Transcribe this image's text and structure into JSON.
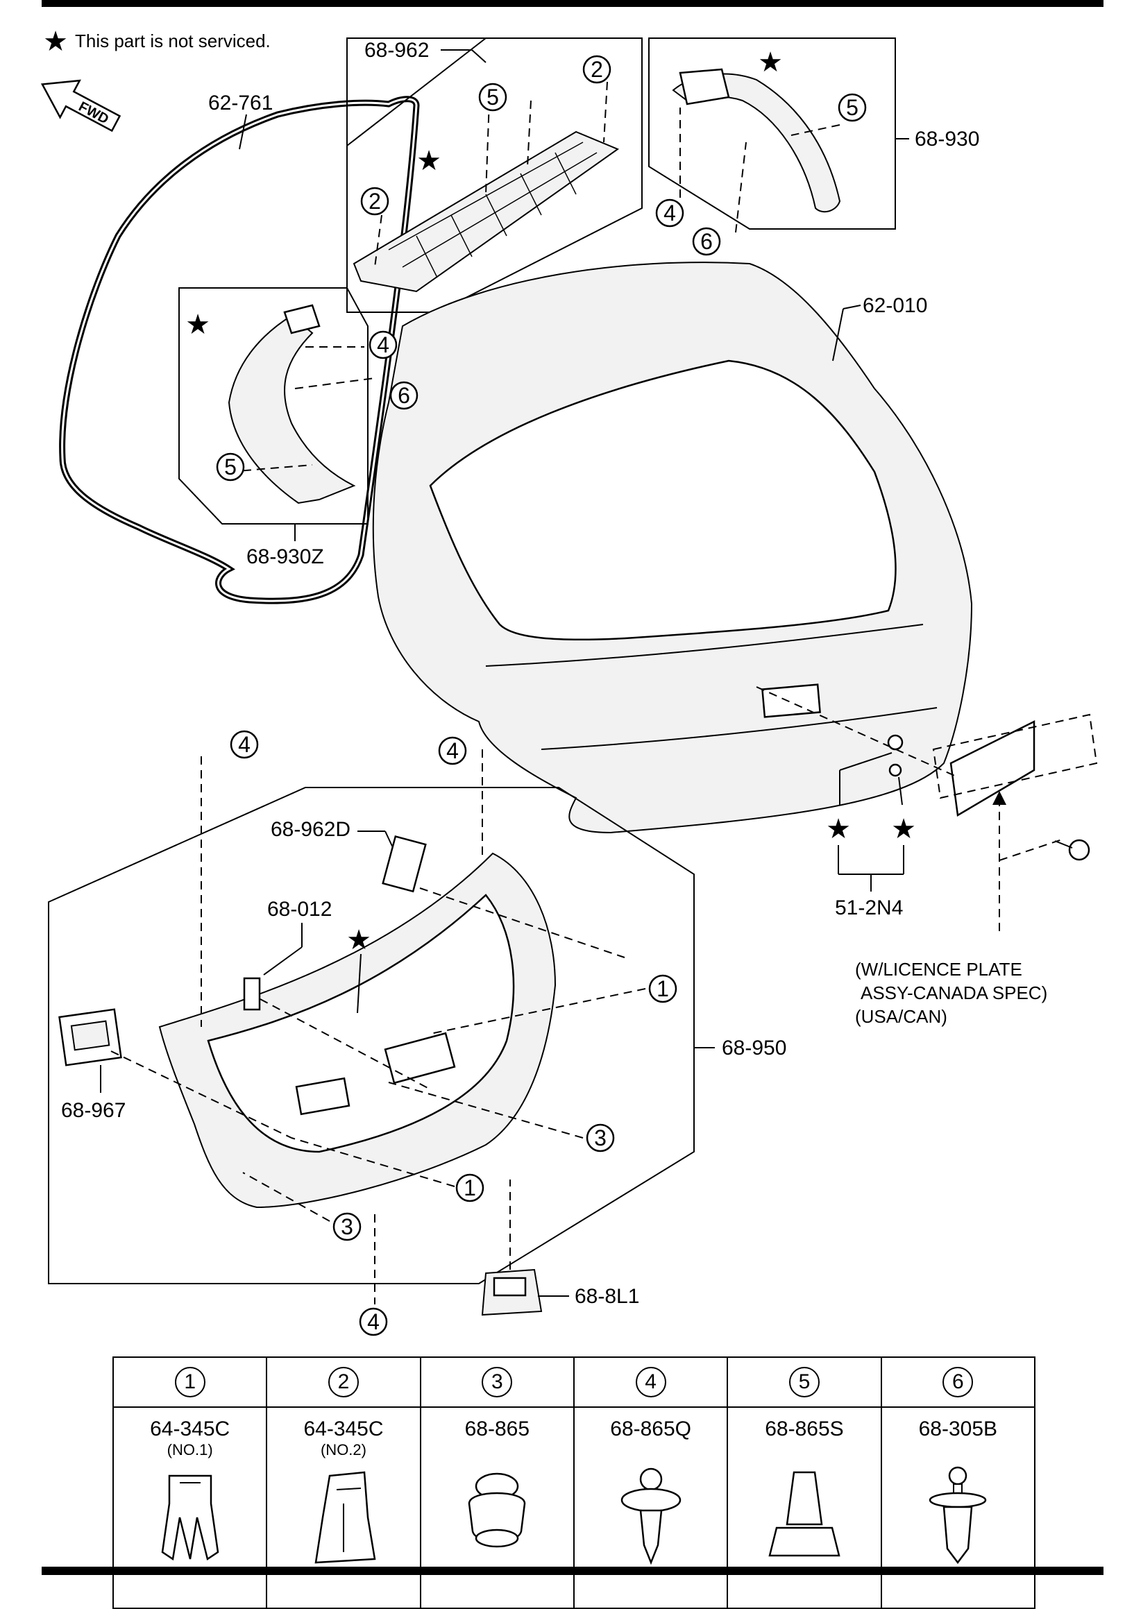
{
  "note": {
    "star_glyph": "★",
    "text": "This part is not serviced."
  },
  "fwd": "FWD",
  "labels": {
    "weatherstrip": "62-761",
    "upper_trim": "68-962",
    "right_side_trim": "68-930",
    "left_side_trim": "68-930Z",
    "liftgate": "62-010",
    "trim_panel": "68-950",
    "switch_bracket": "68-962D",
    "handle": "68-012",
    "side_bracket": "68-967",
    "bottom_bumper": "68-8L1",
    "plate_fasteners": "51-2N4",
    "spec_line1": "(W/LICENCE PLATE",
    "spec_line2": "ASSY-CANADA SPEC)",
    "spec_line3": "(USA/CAN)"
  },
  "callout_numbers": [
    "1",
    "2",
    "3",
    "4",
    "5",
    "6"
  ],
  "legend": [
    {
      "num": "1",
      "part": "64-345C",
      "sub": "(NO.1)",
      "icon": "clip-no1-icon"
    },
    {
      "num": "2",
      "part": "64-345C",
      "sub": "(NO.2)",
      "icon": "clip-no2-icon"
    },
    {
      "num": "3",
      "part": "68-865",
      "sub": "",
      "icon": "grommet-icon"
    },
    {
      "num": "4",
      "part": "68-865Q",
      "sub": "",
      "icon": "push-pin-clip-icon"
    },
    {
      "num": "5",
      "part": "68-865S",
      "sub": "",
      "icon": "retainer-clip-icon"
    },
    {
      "num": "6",
      "part": "68-305B",
      "sub": "",
      "icon": "ball-stud-clip-icon"
    }
  ]
}
